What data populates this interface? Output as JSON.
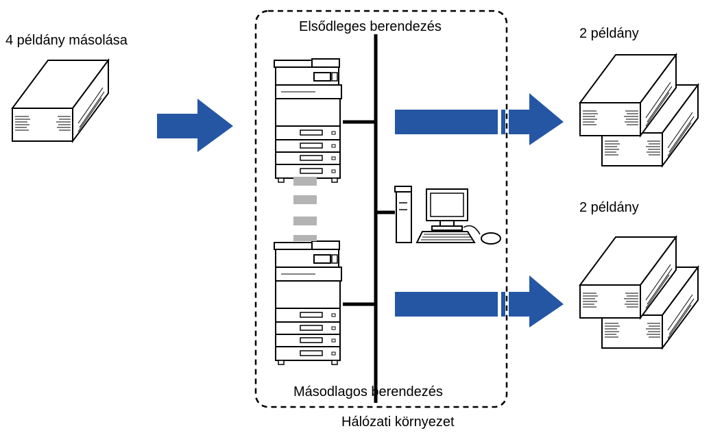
{
  "source": {
    "label": "4 példány másolása"
  },
  "network": {
    "primary_label": "Elsődleges berendezés",
    "secondary_label": "Másodlagos berendezés",
    "environment_label": "Hálózati környezet"
  },
  "outputs": [
    {
      "label": "2 példány"
    },
    {
      "label": "2 példány"
    }
  ],
  "colors": {
    "arrow": "#2456a4",
    "connector_dash": "#b3b3b3",
    "line": "#000000"
  }
}
